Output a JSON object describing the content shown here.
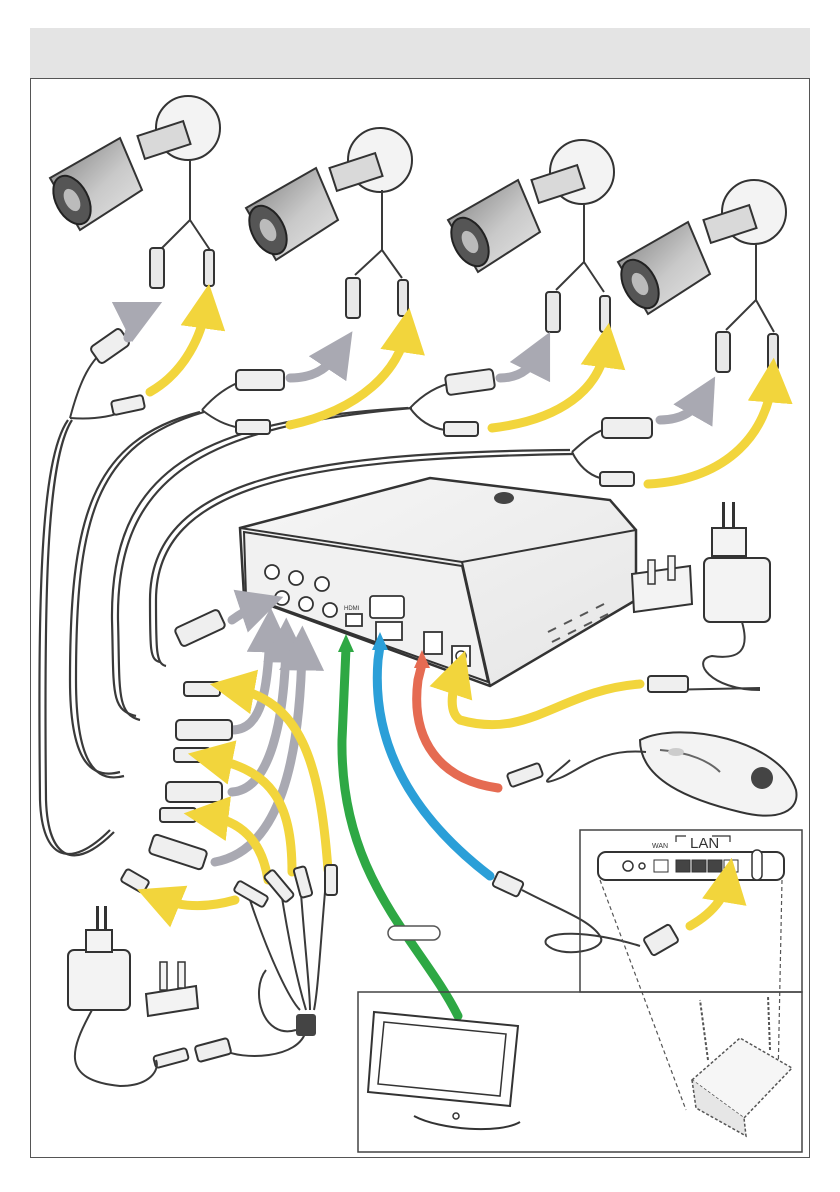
{
  "labels": {
    "wan": "WAN",
    "lan": "LAN",
    "hdmi": "HDMI"
  },
  "colors": {
    "bnc_arrow": "#a9a9b2",
    "dc_power": "#f2d53c",
    "hdmi": "#2ea844",
    "network": "#2b9fd8",
    "usb": "#e56b52",
    "cable": "#3a3a3a",
    "header": "#e4e4e4"
  },
  "icons": {
    "cameras": "bullet-camera-icon",
    "dvr": "dvr-recorder-icon",
    "mouse": "mouse-icon",
    "router": "router-icon",
    "monitor": "monitor-icon",
    "adapter": "power-adapter-icon",
    "plug": "uk-plug-adapter-icon"
  }
}
